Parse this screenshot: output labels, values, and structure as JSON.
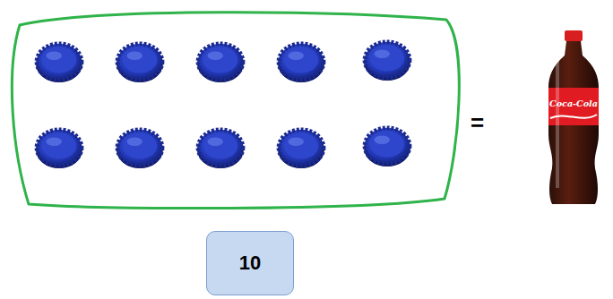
{
  "diagram": {
    "nodes": [
      {
        "text": [
          "10"
        ]
      }
    ],
    "labels": [
      "=",
      "Coca-Cola"
    ]
  }
}
